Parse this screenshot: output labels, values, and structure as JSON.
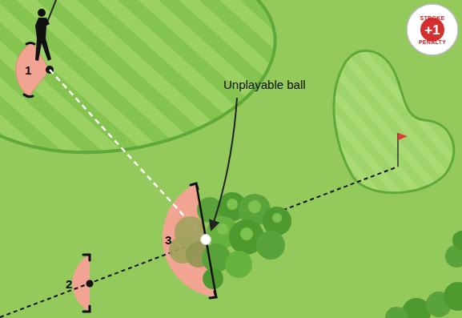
{
  "diagram": {
    "nodes": [
      {
        "text": [
          "STROKE",
          "+1",
          "PENALTY"
        ]
      }
    ],
    "labels": [
      "Unplayable ball",
      "1",
      "2",
      "3"
    ]
  }
}
